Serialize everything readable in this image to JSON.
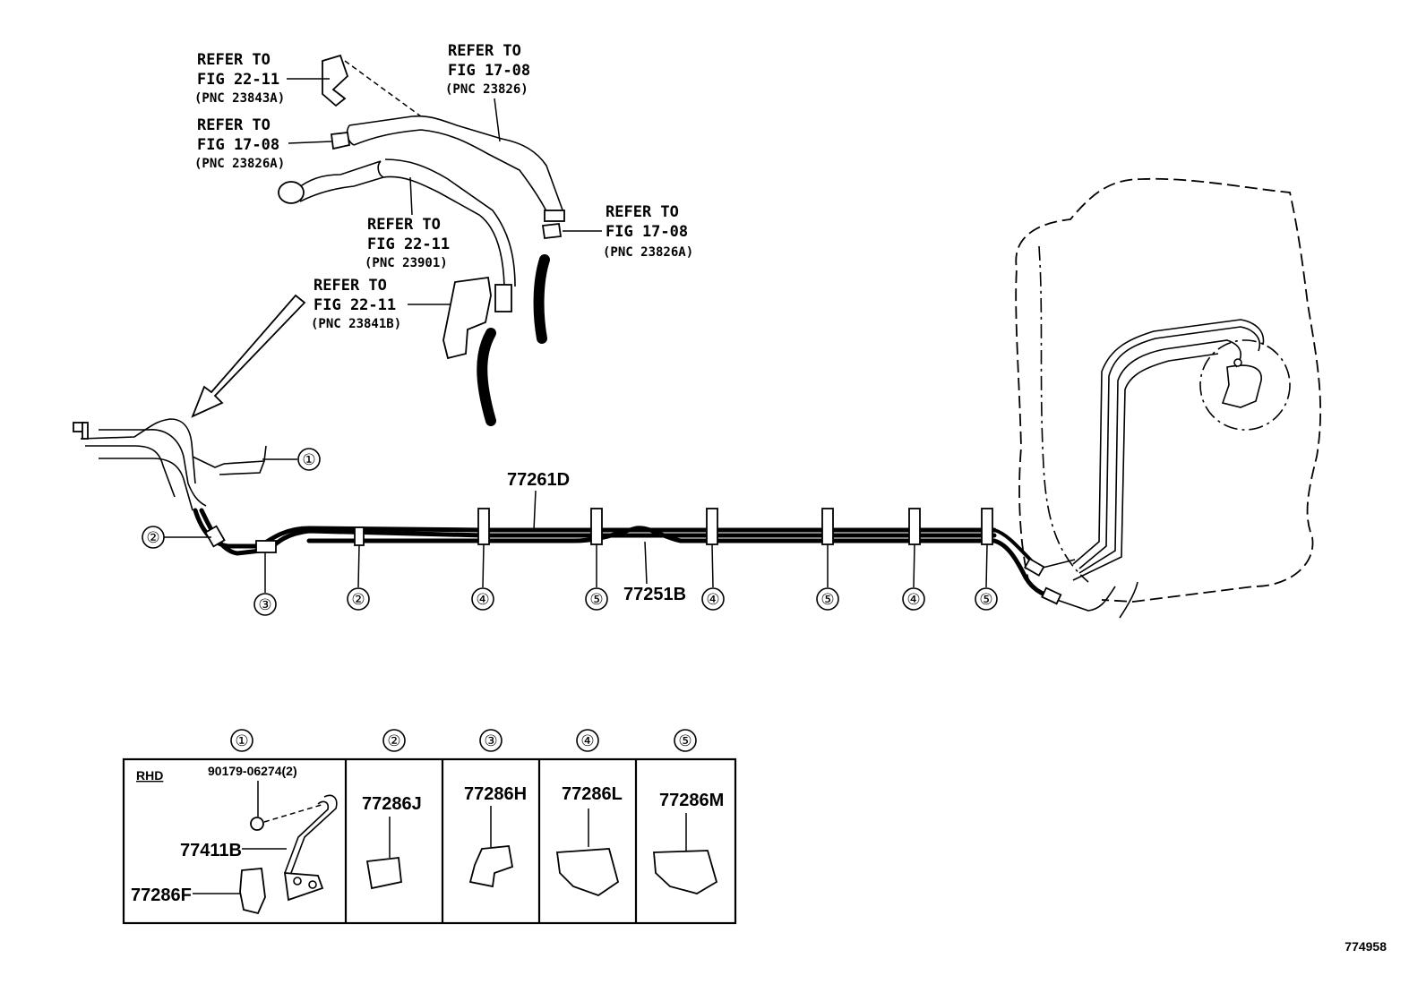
{
  "refs": [
    {
      "line1": "REFER TO",
      "line2": "FIG 22-11",
      "pnc": "(PNC 23843A)"
    },
    {
      "line1": "REFER TO",
      "line2": "FIG 17-08",
      "pnc": "(PNC 23826)"
    },
    {
      "line1": "REFER TO",
      "line2": "FIG 17-08",
      "pnc": "(PNC 23826A)"
    },
    {
      "line1": "REFER TO",
      "line2": "FIG 22-11",
      "pnc": "(PNC 23901)"
    },
    {
      "line1": "REFER TO",
      "line2": "FIG 17-08",
      "pnc": "(PNC 23826A)"
    },
    {
      "line1": "REFER TO",
      "line2": "FIG 22-11",
      "pnc": "(PNC 23841B)"
    }
  ],
  "parts": {
    "main_tube": "77261D",
    "lower_tube": "77251B"
  },
  "callouts": [
    "①",
    "②",
    "③",
    "②",
    "④",
    "⑤",
    "④",
    "⑤",
    "④",
    "⑤"
  ],
  "legend": {
    "headers": [
      "①",
      "②",
      "③",
      "④",
      "⑤"
    ],
    "rhd": "RHD",
    "bolt": "90179-06274(2)",
    "bracket": "77411B",
    "clamp_f": "77286F",
    "clamp_j": "77286J",
    "clamp_h": "77286H",
    "clamp_l": "77286L",
    "clamp_m": "77286M"
  },
  "figure_id": "774958"
}
